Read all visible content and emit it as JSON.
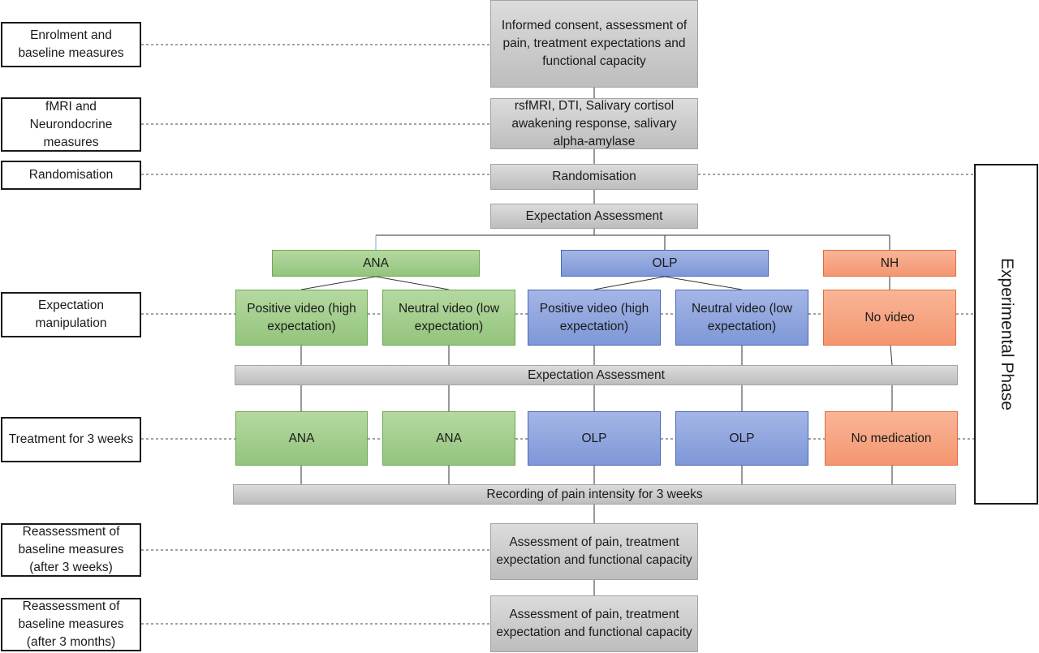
{
  "left_labels": [
    "Enrolment and baseline measures",
    "fMRI and Neurondocrine measures",
    "Randomisation",
    "Expectation manipulation",
    "Treatment for 3 weeks",
    "Reassessment of baseline measures (after 3 weeks)",
    "Reassessment of baseline measures (after 3 months)"
  ],
  "center": {
    "consent": "Informed consent, assessment of pain, treatment expectations and functional capacity",
    "fmri": "rsfMRI, DTI, Salivary cortisol awakening response, salivary alpha-amylase",
    "randomisation": "Randomisation",
    "expectation_assessment_1": "Expectation Assessment",
    "expectation_assessment_2": "Expectation Assessment",
    "recording": "Recording of pain intensity for 3 weeks",
    "reassess_3_weeks": "Assessment of pain, treatment expectation and functional capacity",
    "reassess_3_months": "Assessment of pain, treatment expectation and functional capacity"
  },
  "groups": {
    "ana": "ANA",
    "olp": "OLP",
    "nh": "NH"
  },
  "videos": {
    "ana_positive": "Positive video (high expectation)",
    "ana_neutral": "Neutral video (low expectation)",
    "olp_positive": "Positive video (high expectation)",
    "olp_neutral": "Neutral video (low expectation)",
    "nh_none": "No video"
  },
  "treatments": {
    "ana_1": "ANA",
    "ana_2": "ANA",
    "olp_1": "OLP",
    "olp_2": "OLP",
    "nh": "No medication"
  },
  "phase_label": "Experimental Phase",
  "colors": {
    "ana_green": "#93c47d",
    "olp_blue": "#7f97d8",
    "nh_orange": "#f49670",
    "assessment_gray": "#c8c8c8"
  }
}
